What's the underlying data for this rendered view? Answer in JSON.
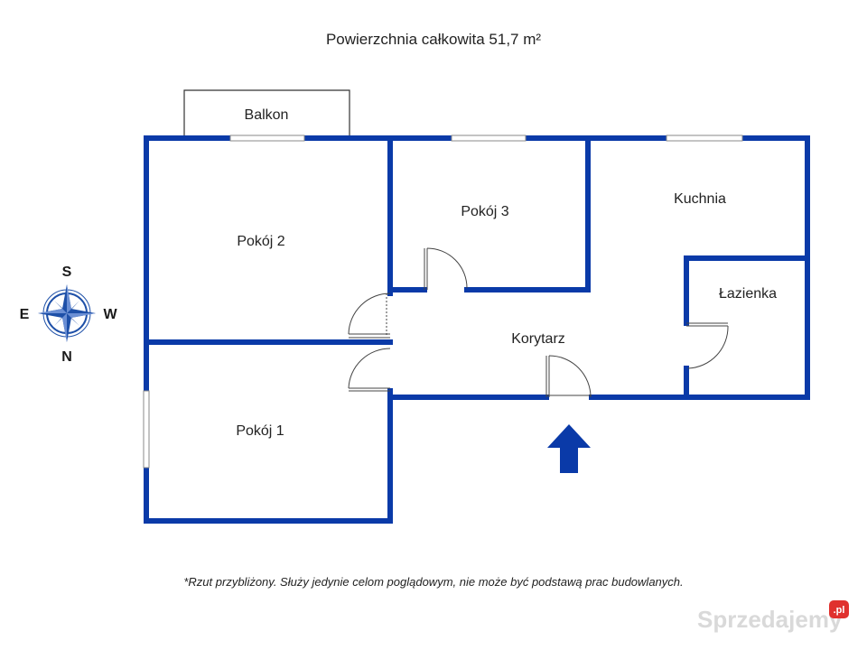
{
  "title": "Powierzchnia całkowita 51,7 m²",
  "rooms": {
    "balkon": "Balkon",
    "pokoj2": "Pokój 2",
    "pokoj3": "Pokój 3",
    "kuchnia": "Kuchnia",
    "lazienka": "Łazienka",
    "korytarz": "Korytarz",
    "pokoj1": "Pokój 1"
  },
  "compass": {
    "s": "S",
    "e": "E",
    "w": "W",
    "n": "N"
  },
  "disclaimer": "*Rzut przybliżony. Służy jedynie celom poglądowym, nie może być podstawą prac budowlanych.",
  "watermark": {
    "text": "Sprzedajemy",
    "badge": ".pl"
  },
  "colors": {
    "wall": "#0a3aa8",
    "compass": "#1e50a8",
    "arrow": "#0a3aa8",
    "watermark_badge": "#e0312e"
  },
  "entrance_arrow": "arrow-up-icon"
}
